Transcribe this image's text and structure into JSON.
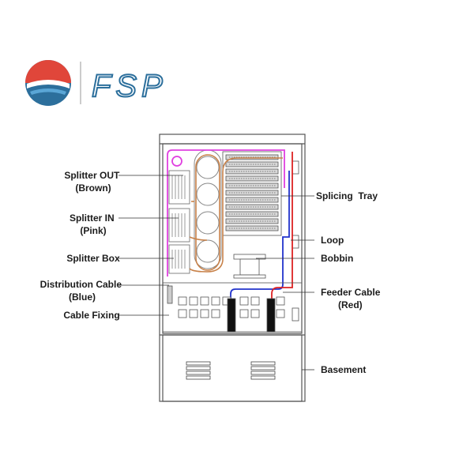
{
  "brand": {
    "wordmark": "FSP"
  },
  "labels_left": [
    {
      "id": "splitter-out",
      "lines": [
        "Splitter OUT",
        "(Brown)"
      ]
    },
    {
      "id": "splitter-in",
      "lines": [
        "Splitter IN",
        "(Pink)"
      ]
    },
    {
      "id": "splitter-box",
      "lines": [
        "Splitter Box"
      ]
    },
    {
      "id": "distribution-cable",
      "lines": [
        "Distribution Cable",
        "(Blue)"
      ]
    },
    {
      "id": "cable-fixing",
      "lines": [
        "Cable Fixing"
      ]
    }
  ],
  "labels_right": [
    {
      "id": "splicing-tray",
      "lines": [
        "Splicing  Tray"
      ]
    },
    {
      "id": "loop",
      "lines": [
        "Loop"
      ]
    },
    {
      "id": "bobbin",
      "lines": [
        "Bobbin"
      ]
    },
    {
      "id": "feeder-cable",
      "lines": [
        "Feeder Cable",
        "(Red)"
      ]
    },
    {
      "id": "basement",
      "lines": [
        "Basement"
      ]
    }
  ],
  "colors": {
    "splitter_out": "#c8824a",
    "splitter_in": "#e040e0",
    "distribution": "#2233cc",
    "feeder": "#dd2222",
    "logo_red": "#e0463a",
    "logo_blue": "#2c6f9c",
    "logo_light_blue": "#5aa6d6",
    "outline": "#555555"
  }
}
